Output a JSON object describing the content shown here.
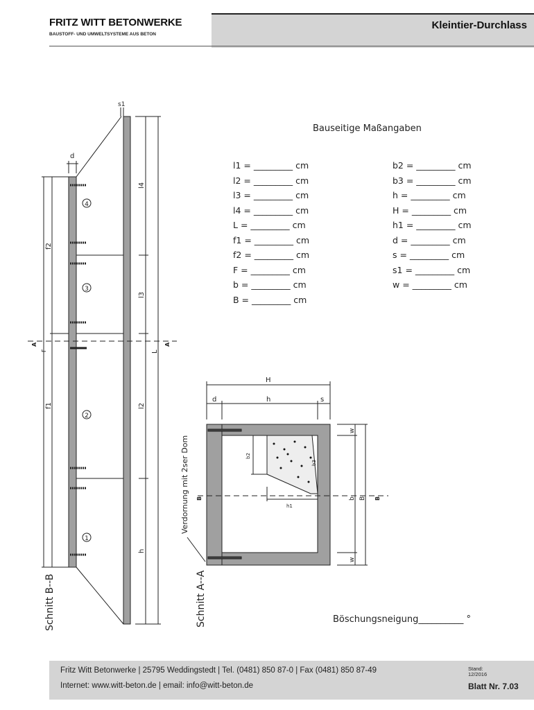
{
  "header": {
    "company": "FRITZ WITT BETONWERKE",
    "subtitle": "BAUSTOFF- UND UMWELTSYSTEME AUS BETON",
    "title": "Kleintier-Durchlass"
  },
  "measurements": {
    "title": "Bauseitige Maßangaben",
    "left": [
      "l1 = _________ cm",
      "l2 = _________ cm",
      "l3 = _________ cm",
      "l4 = _________ cm",
      "L = _________ cm",
      "f1 = _________ cm",
      "f2 = _________ cm",
      "F = _________ cm",
      "b = _________ cm",
      "B = _________ cm"
    ],
    "right": [
      "b2 = _________ cm",
      "b3 = _________ cm",
      "h = _________ cm",
      "H = _________ cm",
      "h1 = _________ cm",
      "d = _________ cm",
      "s = _________ cm",
      "s1 = _________ cm",
      "w = _________ cm"
    ]
  },
  "drawing_b": {
    "section_label": "Schnitt B--B",
    "labels": {
      "s1": "s1",
      "d": "d",
      "f2": "f2",
      "f1": "f1",
      "F": "F",
      "l4": "l4",
      "l3": "l3",
      "l2": "l2",
      "L": "L",
      "h": "h",
      "A": "A"
    },
    "segments": [
      "4",
      "3",
      "2",
      "1"
    ]
  },
  "drawing_a": {
    "section_label": "Schnitt A--A",
    "note": "Verdornung mit 2ser Dom",
    "labels": {
      "H": "H",
      "d": "d",
      "h": "h",
      "s": "s",
      "w": "w",
      "b": "b",
      "B": "B",
      "b2": "b2",
      "b3": "b3",
      "h1": "h1",
      "Bmark": "B"
    }
  },
  "slope": {
    "label": "Böschungsneigung__________ °"
  },
  "footer": {
    "line1": "Fritz Witt Betonwerke  |  25795 Weddingstedt  |  Tel. (0481) 850 87-0  |  Fax (0481) 850 87-49",
    "line2": "Internet: www.witt-beton.de  |   email: info@witt-beton.de",
    "stand_label": "Stand:",
    "stand_date": "12/2016",
    "sheet": "Blatt Nr. 7.03"
  },
  "colors": {
    "concrete": "#a0a0a0",
    "header_bg": "#d4d4d4"
  }
}
